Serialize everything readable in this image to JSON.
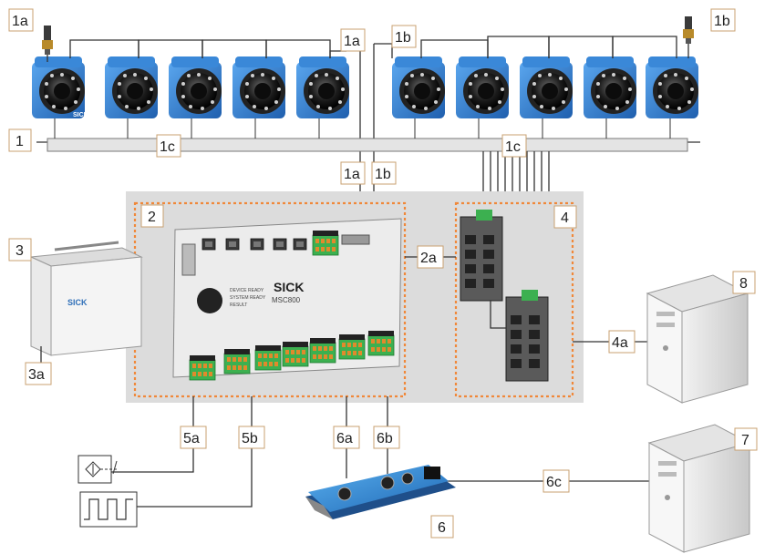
{
  "labels": {
    "l1a_top": "1a",
    "l1b_top": "1b",
    "l1a_mid": "1a",
    "l1b_mid": "1b",
    "l1": "1",
    "l1c_left": "1c",
    "l1c_right": "1c",
    "l1a_low": "1a",
    "l1b_low": "1b",
    "l2": "2",
    "l2a": "2a",
    "l3": "3",
    "l3a": "3a",
    "l4": "4",
    "l4a": "4a",
    "l5a": "5a",
    "l5b": "5b",
    "l6a": "6a",
    "l6b": "6b",
    "l6c": "6c",
    "l6": "6",
    "l7": "7",
    "l8": "8"
  },
  "device_text": {
    "camera_brand": "SICK",
    "cabinet_brand": "SICK",
    "controller_brand": "SICK",
    "controller_model": "MSC800",
    "status_1": "DEVICE READY",
    "status_2": "SYSTEM READY",
    "status_3": "RESULT"
  },
  "colors": {
    "camera_blue": "#1f6fc0",
    "panel_gray": "#dcdcdc",
    "dashed_orange": "#f0883a",
    "label_border": "#c8a070",
    "terminal_green": "#3cb050"
  }
}
